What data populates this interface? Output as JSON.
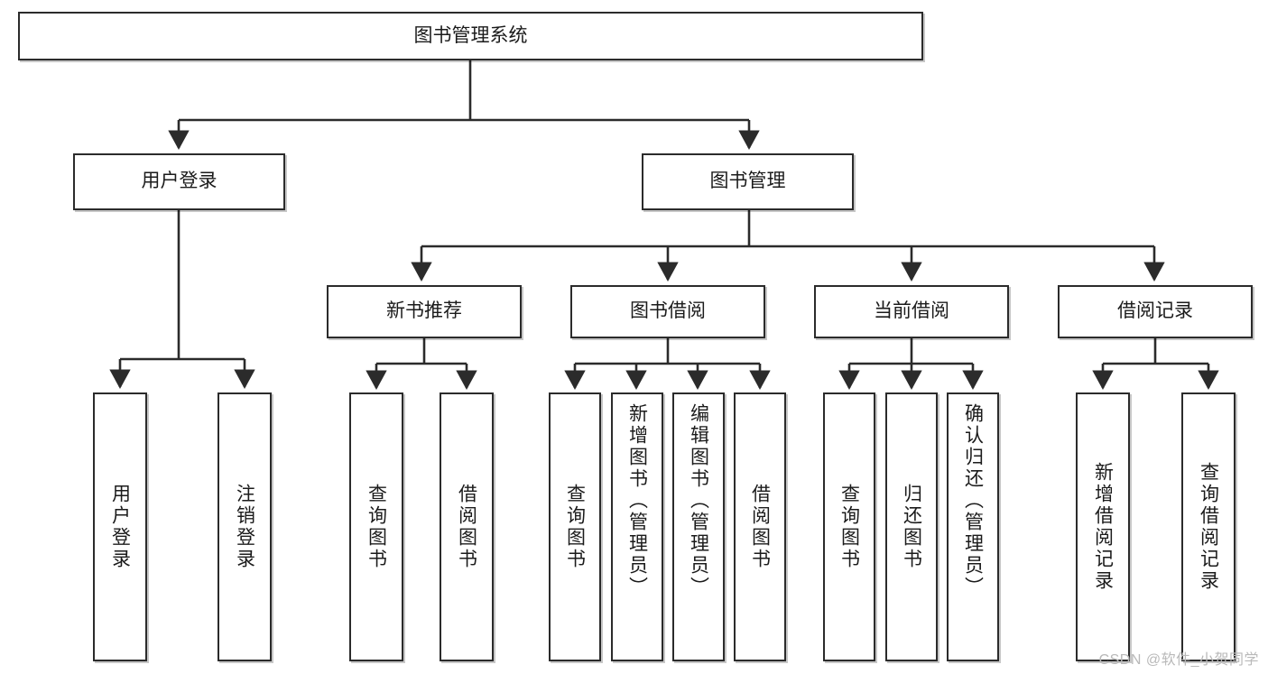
{
  "diagram": {
    "title": "图书管理系统",
    "type": "tree-hierarchy-chart",
    "colors": {
      "box_border": "#2b2b2b",
      "box_fill": "#ffffff",
      "edge": "#2b2b2b",
      "text": "#1b1b1b",
      "watermark": "#b9b9b9"
    }
  },
  "root": {
    "label": "图书管理系统"
  },
  "level2": [
    {
      "label": "用户登录"
    },
    {
      "label": "图书管理"
    }
  ],
  "level3": [
    {
      "label": "新书推荐"
    },
    {
      "label": "图书借阅"
    },
    {
      "label": "当前借阅"
    },
    {
      "label": "借阅记录"
    }
  ],
  "leaves": {
    "user_login": [
      {
        "label": "用户登录"
      },
      {
        "label": "注销登录"
      }
    ],
    "new_book_recommend": [
      {
        "label": "查询图书"
      },
      {
        "label": "借阅图书"
      }
    ],
    "book_borrow": [
      {
        "label": "查询图书"
      },
      {
        "label": "新增图书（管理员）"
      },
      {
        "label": "编辑图书（管理员）"
      },
      {
        "label": "借阅图书"
      }
    ],
    "current_borrow": [
      {
        "label": "查询图书"
      },
      {
        "label": "归还图书"
      },
      {
        "label": "确认归还（管理员）"
      }
    ],
    "borrow_records": [
      {
        "label": "新增借阅记录"
      },
      {
        "label": "查询借阅记录"
      }
    ]
  },
  "watermark": {
    "text": "CSDN @软件_小贺同学"
  }
}
